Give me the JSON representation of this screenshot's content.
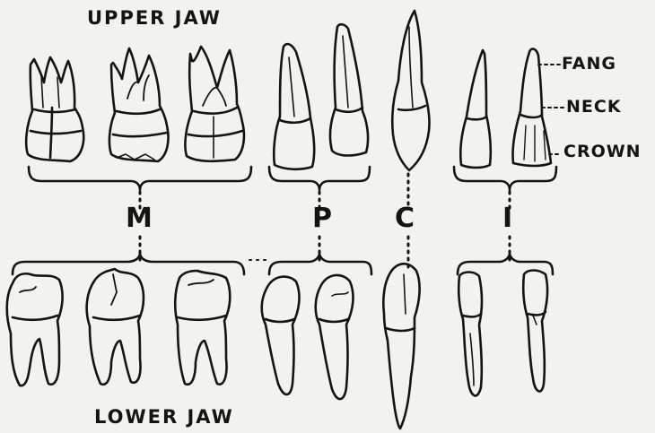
{
  "labels": {
    "upper_jaw": "UPPER JAW",
    "lower_jaw": "LOWER JAW",
    "fang": "FANG",
    "neck": "NECK",
    "crown": "CROWN"
  },
  "groups": {
    "molars": "M",
    "premolars": "P",
    "canine": "C",
    "incisors": "I"
  },
  "ink_color": "#141414",
  "paper_color": "#f2f2f0"
}
